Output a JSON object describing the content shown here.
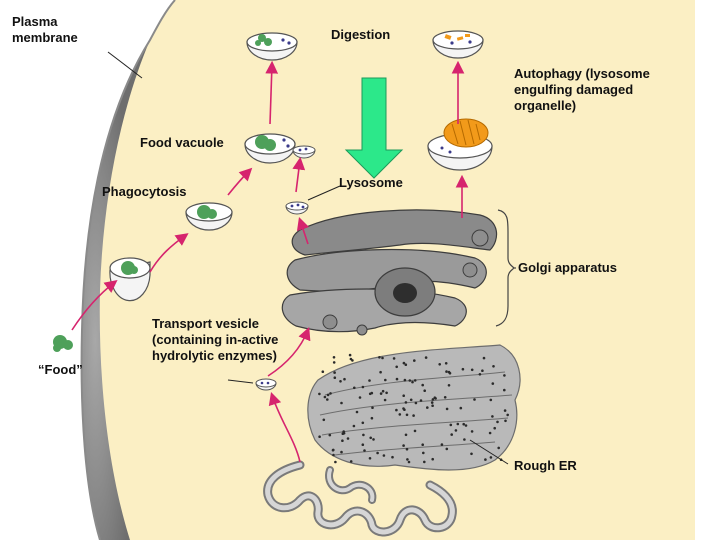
{
  "labels": {
    "plasma_membrane": "Plasma membrane",
    "digestion": "Digestion",
    "autophagy": "Autophagy (lysosome engulfing damaged organelle)",
    "food_vacuole": "Food vacuole",
    "phagocytosis": "Phagocytosis",
    "lysosome": "Lysosome",
    "golgi_apparatus": "Golgi apparatus",
    "transport_vesicle": "Transport vesicle (containing in-active hydrolytic enzymes)",
    "food": "“Food”",
    "rough_er": "Rough ER"
  },
  "colors": {
    "cytoplasm": "#fbefc4",
    "exterior": "#ffffff",
    "membrane_edge": "#8a8a8a",
    "arrow": "#d6246e",
    "food_particle": "#4ea05a",
    "big_arrow": "#2ce88a",
    "enzyme_dot": "#3b3b8a",
    "damaged_organelle": "#f29a1a"
  }
}
